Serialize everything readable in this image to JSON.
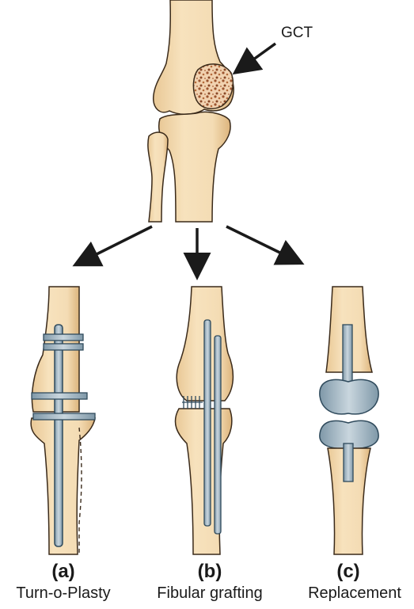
{
  "top_annotation": "GCT",
  "panels": [
    {
      "letter": "(a)",
      "caption": "Turn-o-Plasty"
    },
    {
      "letter": "(b)",
      "caption": "Fibular grafting"
    },
    {
      "letter": "(c)",
      "caption": "Replacement"
    }
  ],
  "colors": {
    "bone": "#f4dcb4",
    "bone_shadow": "#e2bd86",
    "outline": "#3a2a1a",
    "tumor": "#b06a3c",
    "implant": "#9fb3bf",
    "implant_outline": "#2f4a5c",
    "arrow": "#1a1a1a"
  }
}
